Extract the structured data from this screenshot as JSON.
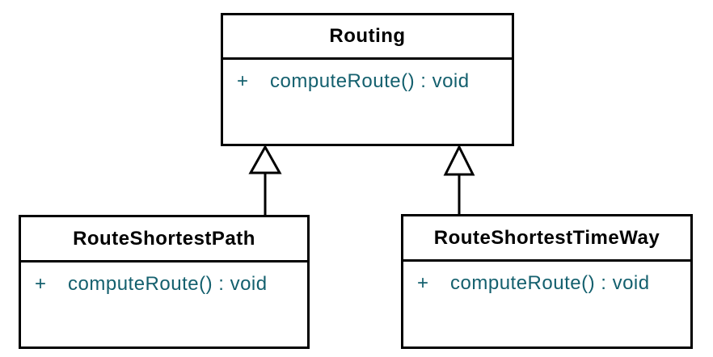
{
  "diagram": {
    "kind": "uml-class-diagram",
    "colors": {
      "background": "#ffffff",
      "line": "#000000",
      "class_name_text": "#000000",
      "method_text": "#14606E"
    },
    "classes": [
      {
        "name": "Routing",
        "methods": [
          {
            "visibility": "+",
            "signature": "computeRoute() : void"
          }
        ]
      },
      {
        "name": "RouteShortestPath",
        "methods": [
          {
            "visibility": "+",
            "signature": "computeRoute() : void"
          }
        ]
      },
      {
        "name": "RouteShortestTimeWay",
        "methods": [
          {
            "visibility": "+",
            "signature": "computeRoute() : void"
          }
        ]
      }
    ],
    "relations": [
      {
        "type": "generalization",
        "from": "RouteShortestPath",
        "to": "Routing"
      },
      {
        "type": "generalization",
        "from": "RouteShortestTimeWay",
        "to": "Routing"
      }
    ]
  }
}
